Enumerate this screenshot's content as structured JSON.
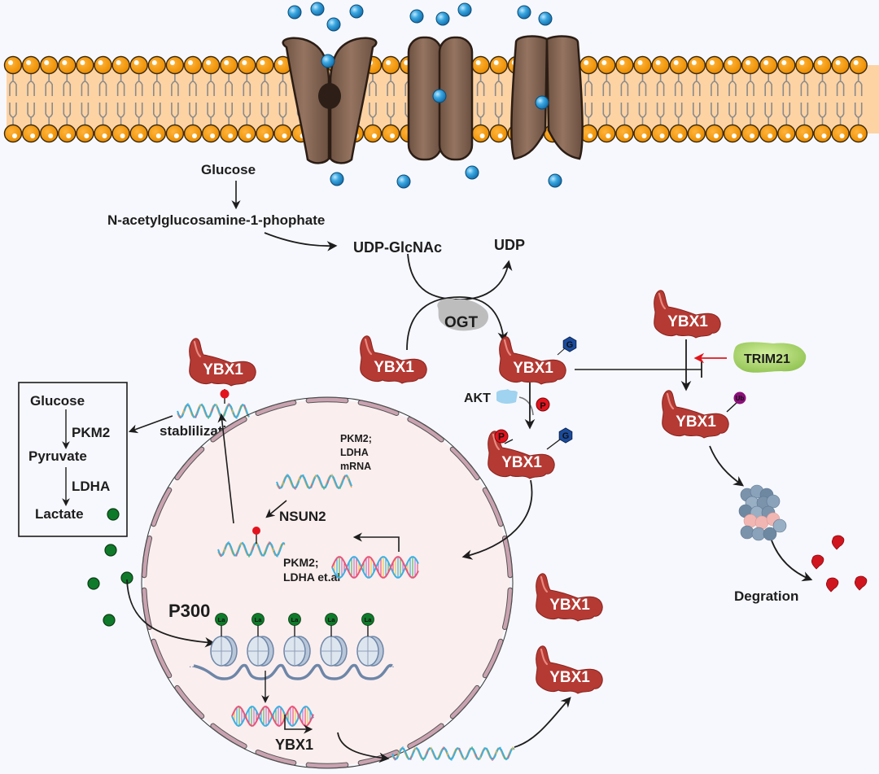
{
  "membrane": {
    "ion_channels": 3,
    "ions_extracellular": 9,
    "ions_intracellular": 4
  },
  "pathway_top": {
    "glucose": "Glucose",
    "intermediate": "N-acetylglucosamine-1-phophate",
    "udp_glcnac": "UDP-GlcNAc",
    "udp": "UDP",
    "enzyme": "OGT"
  },
  "proteins": {
    "ybx1": "YBX1",
    "akt": "AKT",
    "trim21": "TRIM21"
  },
  "modifications": {
    "glcnac": "G",
    "phospho": "P",
    "ubiquitin": "Ub",
    "lactyl": "La"
  },
  "glycolysis_box": {
    "glucose": "Glucose",
    "enzyme1": "PKM2",
    "pyruvate": "Pyruvate",
    "enzyme2": "LDHA",
    "lactate": "Lactate"
  },
  "cytoplasm": {
    "stabilization": "stablilization",
    "degradation": "Degration"
  },
  "nucleus": {
    "mrna_label_line1": "PKM2;",
    "mrna_label_line2": "LDHA",
    "mrna_label_line3": "mRNA",
    "nsun2": "NSUN2",
    "target_genes_line1": "PKM2;",
    "target_genes_line2": "LDHA et.al",
    "p300": "P300",
    "gene": "YBX1",
    "nucleosomes": 5
  },
  "colors": {
    "membrane_head": "#f29a0e",
    "membrane_fill": "#fdd3a4",
    "channel": "#8a6a55",
    "ion": "#2e9bd6",
    "ybx1": "#b53a34",
    "glcnac": "#1b4b9c",
    "phospho": "#e3131d",
    "ubiquitin": "#8c0f7a",
    "lactate": "#0f7a2a",
    "trim21": "#a6d26a",
    "nucleus_fill": "#fbeeee",
    "nucleus_border": "#c9a2b0",
    "inhibit_arrow": "#e0161e"
  }
}
